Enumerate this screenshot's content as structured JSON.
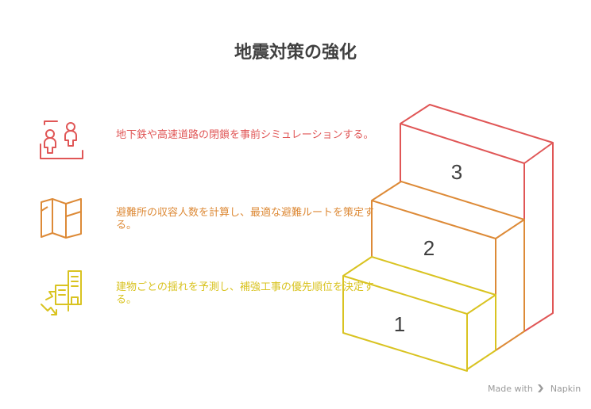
{
  "title": "地震対策の強化",
  "items": [
    {
      "text": "地下鉄や高速道路の閉鎖を事前シミュレーションする。",
      "icon": "people-icon",
      "color": "#e05656"
    },
    {
      "text": "避難所の収容人数を計算し、最適な避難ルートを策定する。",
      "icon": "map-icon",
      "color": "#dd8a37"
    },
    {
      "text": "建物ごとの揺れを予測し、補強工事の優先順位を決定する。",
      "icon": "building-shake-icon",
      "color": "#d9c321"
    }
  ],
  "steps": [
    {
      "label": "1",
      "color": "#d9c321"
    },
    {
      "label": "2",
      "color": "#dd8a37"
    },
    {
      "label": "3",
      "color": "#e05656"
    }
  ],
  "watermark": {
    "made_with": "Made with",
    "brand": "Napkin"
  }
}
